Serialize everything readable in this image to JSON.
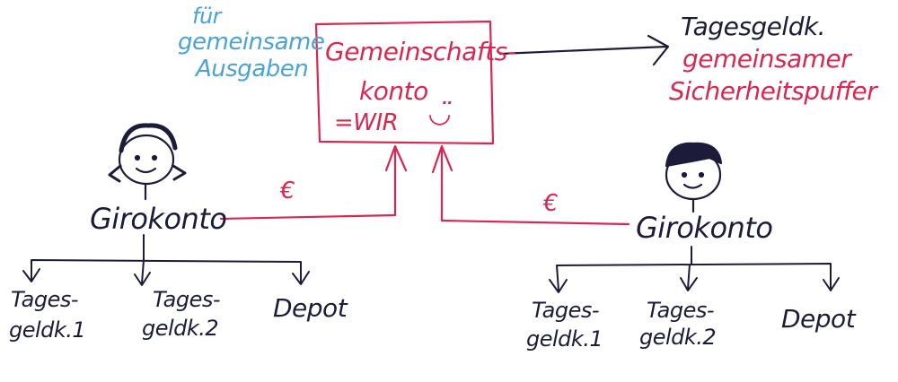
{
  "colors": {
    "ink": "#1c1c3a",
    "red": "#d9284f",
    "blue": "#4aa3d8"
  },
  "shared_account": {
    "purpose_lines": [
      "für",
      "gemeinsame",
      "Ausgaben"
    ],
    "title_lines": [
      "Gemeinschafts-",
      "konto"
    ],
    "subtitle": "=WIR",
    "smiley": "◡̈"
  },
  "savings": {
    "title": "Tagesgeldk.",
    "note_lines": [
      "gemeinsamer",
      "Sicherheitspuffer"
    ]
  },
  "left_person": {
    "account": "Girokonto",
    "transfer_label": "€",
    "children": [
      {
        "lines": [
          "Tages-",
          "geldk.1"
        ]
      },
      {
        "lines": [
          "Tages-",
          "geldk.2"
        ]
      },
      {
        "lines": [
          "Depot"
        ]
      }
    ]
  },
  "right_person": {
    "account": "Girokonto",
    "transfer_label": "€",
    "children": [
      {
        "lines": [
          "Tages-",
          "geldk.1"
        ]
      },
      {
        "lines": [
          "Tages-",
          "geldk.2"
        ]
      },
      {
        "lines": [
          "Depot"
        ]
      }
    ]
  }
}
